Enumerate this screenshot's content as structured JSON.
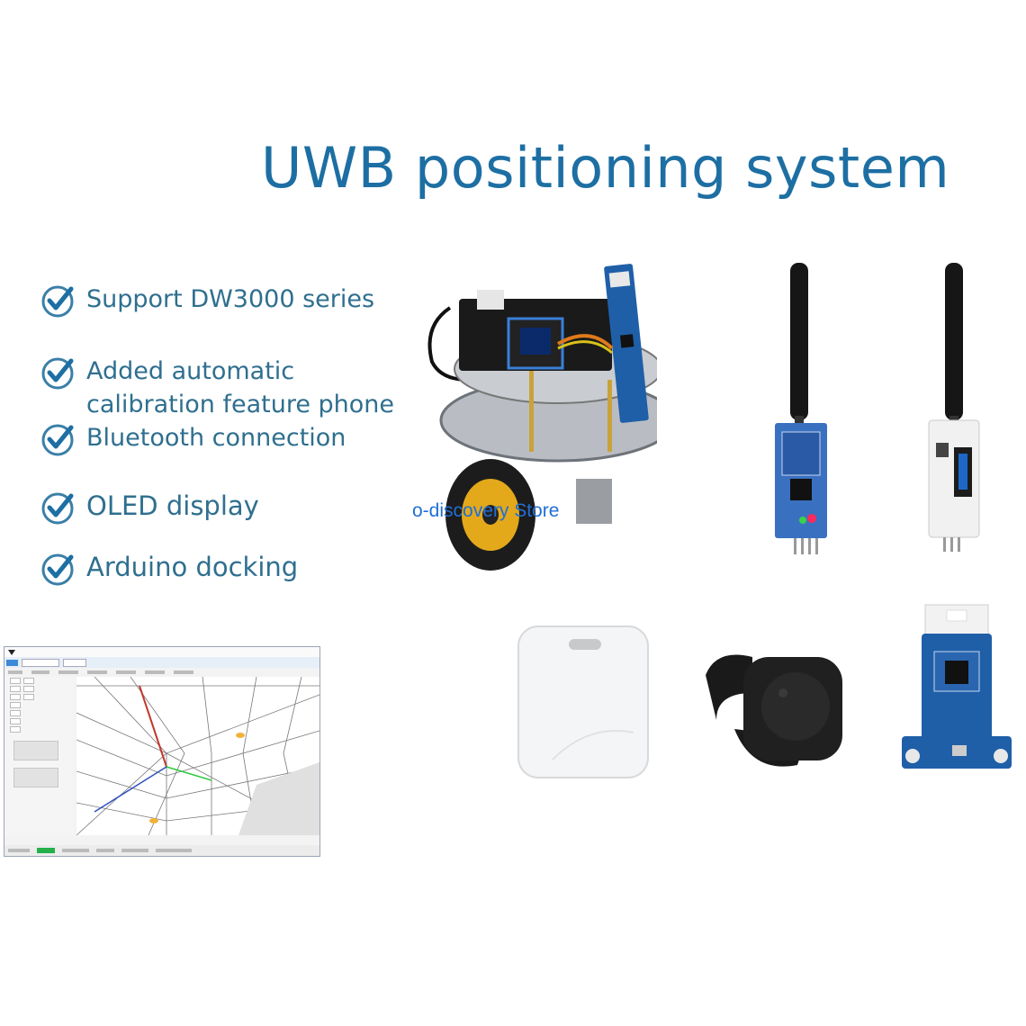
{
  "title": "UWB positioning system",
  "features": [
    "Support DW3000 series",
    "Added automatic",
    "calibration feature phone",
    "Bluetooth connection",
    "OLED display",
    "Arduino docking"
  ],
  "watermark": "o-discovery Store",
  "colors": {
    "title": "#1d6fa3",
    "feature_text": "#2f6f8f",
    "check_ring": "#3a7fa8",
    "watermark": "#1f6fd6"
  },
  "icons": {
    "check": "check-circle-icon",
    "antenna": "antenna-icon"
  }
}
